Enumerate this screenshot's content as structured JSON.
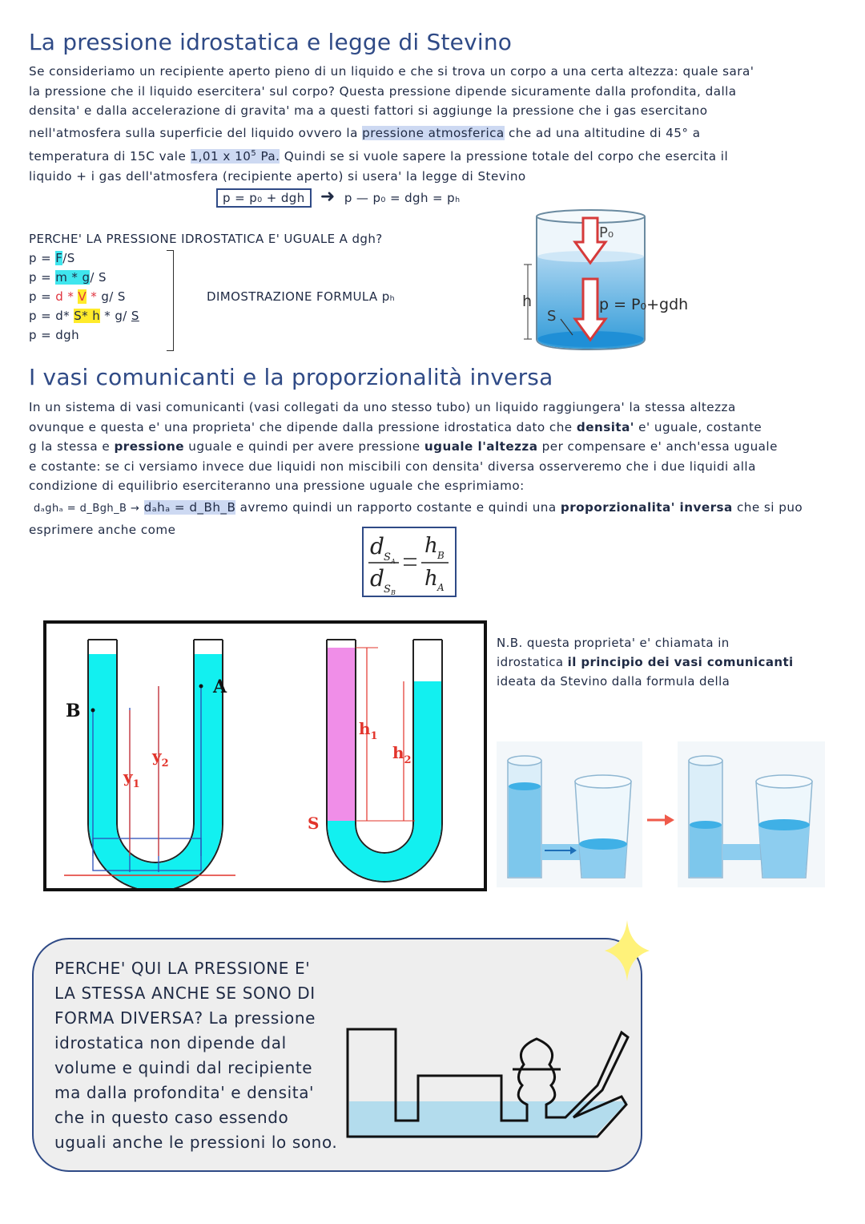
{
  "section1": {
    "title": "La pressione idrostatica e legge di Stevino",
    "line1": "Se consideriamo un recipiente aperto pieno di un liquido e che si trova un corpo a una certa altezza: quale sara'",
    "line2": "la pressione che il liquido esercitera' sul corpo? Questa pressione dipende sicuramente dalla profondita, dalla",
    "line3": "densita' e dalla accelerazione di gravita' ma a questi fattori si aggiunge la pressione che i gas esercitano",
    "line4_a": "nell'atmosfera sulla superficie del liquido ovvero la ",
    "line4_hl": "pressione atmosferica",
    "line4_b": " che ad una altitudine di 45° a",
    "line5_a": "temperatura di 15C vale ",
    "line5_hl": "1,01 x 10",
    "line5_sup": "5",
    "line5_hl2": " Pa.",
    "line5_b": " Quindi se si vuole sapere la pressione totale del corpo che esercita il",
    "line6": "liquido + i gas dell'atmosfera (recipiente aperto) si usera' la legge di Stevino",
    "formula_box": "p = p₀ + dgh",
    "formula_rest": "p — p₀ = dgh = pₕ"
  },
  "demo": {
    "question": "PERCHE' LA PRESSIONE IDROSTATICA E' UGUALE A dgh?",
    "label": "DIMOSTRAZIONE FORMULA pₕ",
    "l1_a": "p = ",
    "l1_hl": "F",
    "l1_b": "/S",
    "l2_a": "p = ",
    "l2_hl": "m * g",
    "l2_b": "/ S",
    "l3_a": "p = ",
    "l3_r1": "d * ",
    "l3_hl": "V",
    "l3_r2": " *",
    "l3_b": " g/ S",
    "l4_a": "p = d* ",
    "l4_hl": "S* h",
    "l4_b": " * g/ ",
    "l4_s": "S",
    "l5": "p = dgh"
  },
  "figure1": {
    "p0": "P₀",
    "formula": "p = P₀+gdh",
    "h": "h",
    "s": "S"
  },
  "section2": {
    "title": "I vasi comunicanti e la proporzionalità inversa",
    "line1": "In un sistema di vasi comunicanti (vasi collegati da uno stesso tubo) un liquido raggiungera' la stessa altezza",
    "line2_a": "ovunque e questa e' una proprieta' che dipende dalla pressione idrostatica dato che ",
    "line2_b": "densita'",
    "line2_c": " e' uguale, costante",
    "line3_a": "g la stessa e ",
    "line3_b": "pressione",
    "line3_c": " uguale e quindi per avere pressione ",
    "line3_d": "uguale l'altezza",
    "line3_e": " per compensare e' anch'essa uguale",
    "line4": "e costante: se ci versiamo invece due liquidi non miscibili con densita' diversa osserveremo che i due liquidi alla",
    "line5": "condizione di equilibrio eserciteranno una pressione uguale che esprimiamo:",
    "line6_a": "dₐghₐ = d_Bgh_B →",
    "line6_hl": "dₐhₐ = d_Bh_B",
    "line6_b": " avremo quindi un rapporto costante e quindi una ",
    "line6_c": "proporzionalita' inversa",
    "line6_d": " che si puo",
    "line7": "esprimere anche come",
    "ratio_d": "d",
    "ratio_sa": "S",
    "ratio_sa_sub": "A",
    "ratio_sb": "S",
    "ratio_sb_sub": "B",
    "ratio_h": "h",
    "ratio_hb": "B",
    "ratio_ha": "A"
  },
  "figure2": {
    "B": "B",
    "A": "A",
    "y1": "y",
    "y1_sub": "1",
    "y2": "y",
    "y2_sub": "2",
    "h1": "h",
    "h1_sub": "1",
    "h2": "h",
    "h2_sub": "2",
    "S": "S"
  },
  "note": {
    "l1": "N.B. questa proprieta' e' chiamata in",
    "l2_a": "idrostatica ",
    "l2_b": "il principio dei vasi comunicanti",
    "l3": "ideata da Stevino dalla formula della"
  },
  "callout": {
    "l1": "PERCHE' QUI LA PRESSIONE E'",
    "l2": "LA STESSA ANCHE SE SONO DI",
    "l3": "FORMA DIVERSA? La pressione",
    "l4": "idrostatica non dipende dal",
    "l5": "volume e quindi dal recipiente",
    "l6": "ma dalla profondita' e densita'",
    "l7": "che in questo caso essendo",
    "l8": "uguali anche le pressioni lo sono."
  }
}
